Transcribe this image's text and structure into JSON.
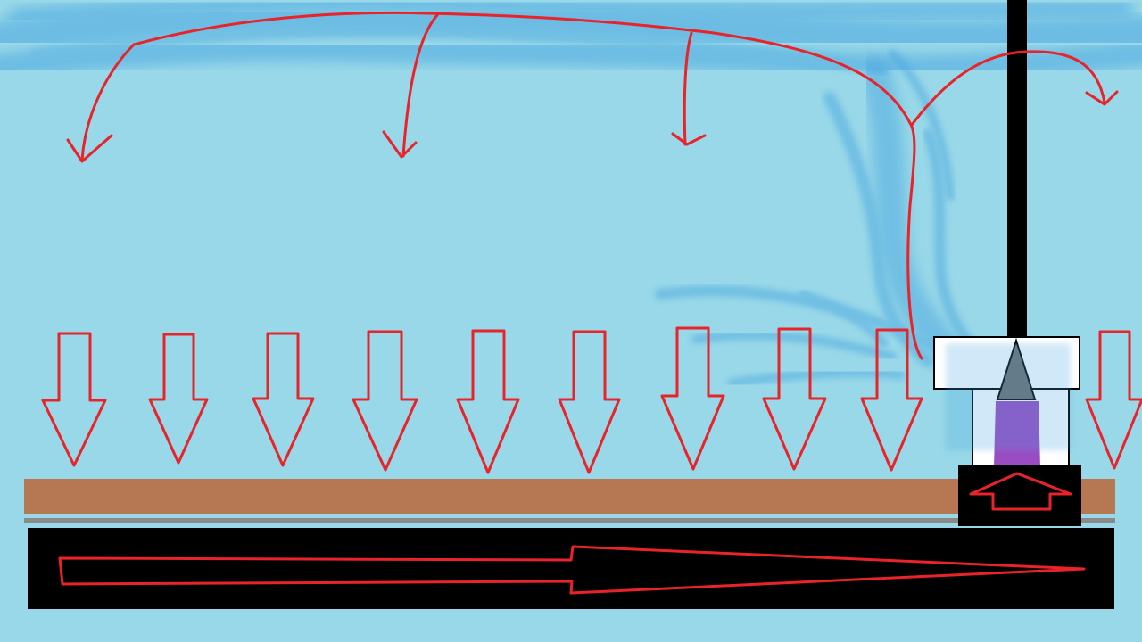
{
  "colors": {
    "background": "#98d8e8",
    "airflow_haze": "#4aa6e0",
    "arrow": "#e8232a",
    "workpiece": "#b67852",
    "table": "#000000",
    "rail": "#8a8a8a",
    "nozzle_housing": "#ffffff",
    "nozzle_tip": "#6e6e6e",
    "plasma": "#9a4cc2",
    "spindle": "#000000"
  },
  "icons": {
    "downward_arrows": "hollow-down-arrow",
    "upward_arrow": "hollow-up-arrow",
    "travel_arrow": "long-tapered-right-arrow",
    "circulation_arrows": "curved-line-arrow"
  }
}
